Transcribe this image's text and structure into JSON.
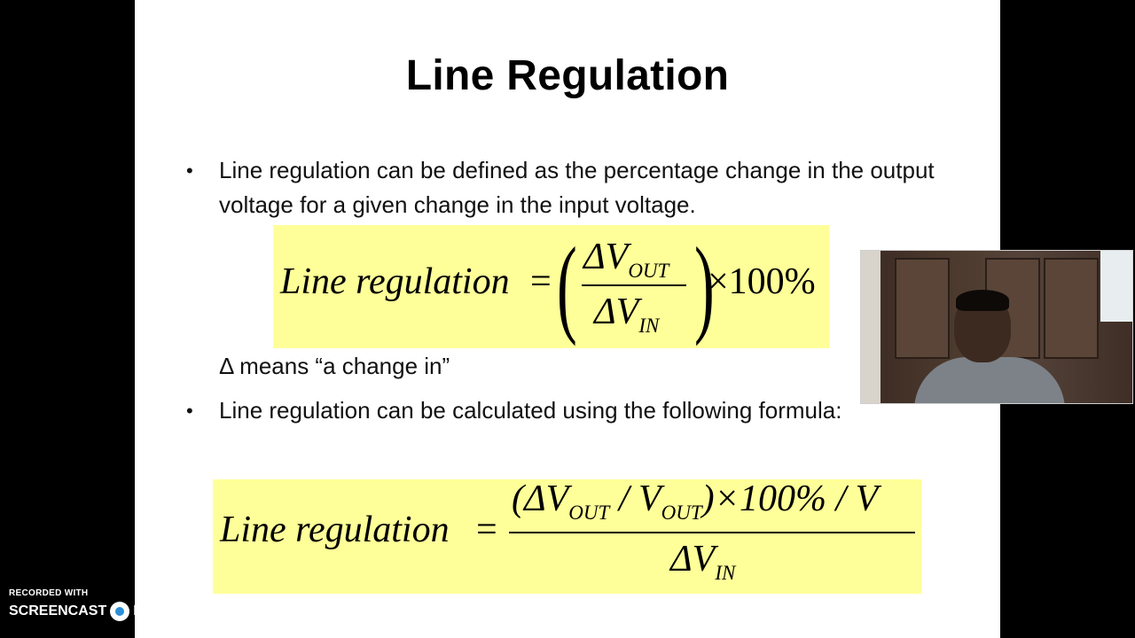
{
  "slide": {
    "title": "Line Regulation",
    "bullet1": "Line regulation can be defined as the percentage change in the output voltage for a given change in the input voltage.",
    "note": "Δ means “a change in”",
    "bullet2": "Line regulation can be calculated using the following formula:",
    "bullet_symbol": "•",
    "formula1": {
      "lhs": "Line regulation",
      "equals": "=",
      "num_delta": "ΔV",
      "num_sub": "OUT",
      "den_delta": "ΔV",
      "den_sub": "IN",
      "times": "×100%"
    },
    "formula2": {
      "lhs": "Line regulation",
      "equals": "=",
      "num_open": "(ΔV",
      "num_sub1": "OUT",
      "num_mid": " / V",
      "num_sub2": "OUT",
      "num_close": ")×100% / V",
      "den_delta": "ΔV",
      "den_sub": "IN"
    },
    "highlight_color": "#ffff99"
  },
  "watermark": {
    "recorded": "RECORDED WITH",
    "brand_left": "SCREENCAST",
    "brand_right": "MATIC"
  }
}
